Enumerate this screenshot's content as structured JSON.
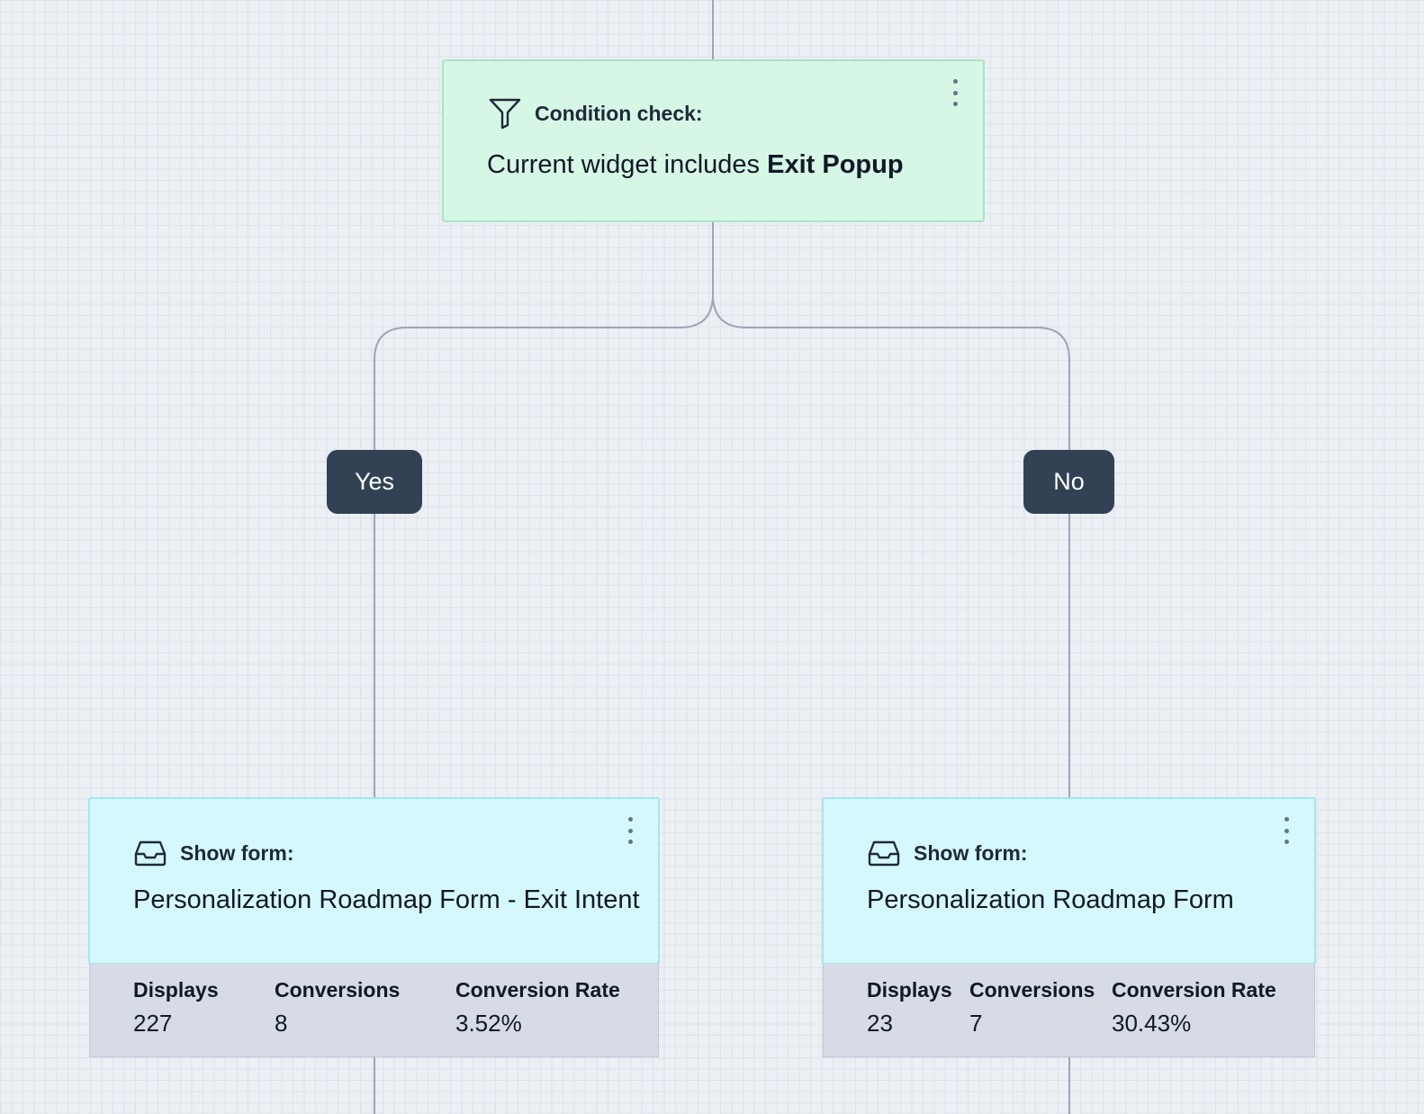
{
  "condition": {
    "label": "Condition check:",
    "text_prefix": "Current widget includes",
    "text_bold": "Exit Popup",
    "menu_icon": "more-vertical-icon",
    "icon": "filter-icon"
  },
  "branches": {
    "yes": "Yes",
    "no": "No"
  },
  "forms": [
    {
      "label": "Show form:",
      "name": "Personalization Roadmap Form - Exit Intent",
      "icon": "inbox-icon",
      "stats": [
        {
          "label": "Displays",
          "value": "227"
        },
        {
          "label": "Conversions",
          "value": "8"
        },
        {
          "label": "Conversion Rate",
          "value": "3.52%"
        }
      ]
    },
    {
      "label": "Show form:",
      "name": "Personalization Roadmap Form",
      "icon": "inbox-icon",
      "stats": [
        {
          "label": "Displays",
          "value": "23"
        },
        {
          "label": "Conversions",
          "value": "7"
        },
        {
          "label": "Conversion Rate",
          "value": "30.43%"
        }
      ]
    }
  ],
  "colors": {
    "canvas": "#eceff4",
    "connector": "#9aa6b8",
    "condition_bg": "#d6f7e5",
    "form_bg": "#d5f8fd",
    "badge_bg": "#334155",
    "stats_bg": "#d6dbe5"
  }
}
